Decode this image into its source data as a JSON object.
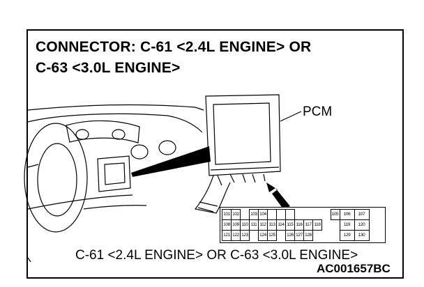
{
  "title_line1": "CONNECTOR: C-61 <2.4L ENGINE> OR",
  "title_line2": "C-63 <3.0L ENGINE>",
  "pcm_label": "PCM",
  "caption": "C-61 <2.4L ENGINE> OR C-63 <3.0L ENGINE>",
  "figure_code": "AC001657BC",
  "pin_rows": [
    [
      "101",
      "102",
      "",
      "103",
      "104",
      "",
      "",
      "",
      "",
      "",
      "",
      "",
      "105",
      "106",
      "107"
    ],
    [
      "108",
      "109",
      "110",
      "111",
      "112",
      "113",
      "114",
      "115",
      "116",
      "117",
      "118",
      "119",
      "120"
    ],
    [
      "121",
      "122",
      "123",
      "",
      "124",
      "125",
      "",
      "126",
      "127",
      "128",
      "",
      "129",
      "130"
    ]
  ]
}
